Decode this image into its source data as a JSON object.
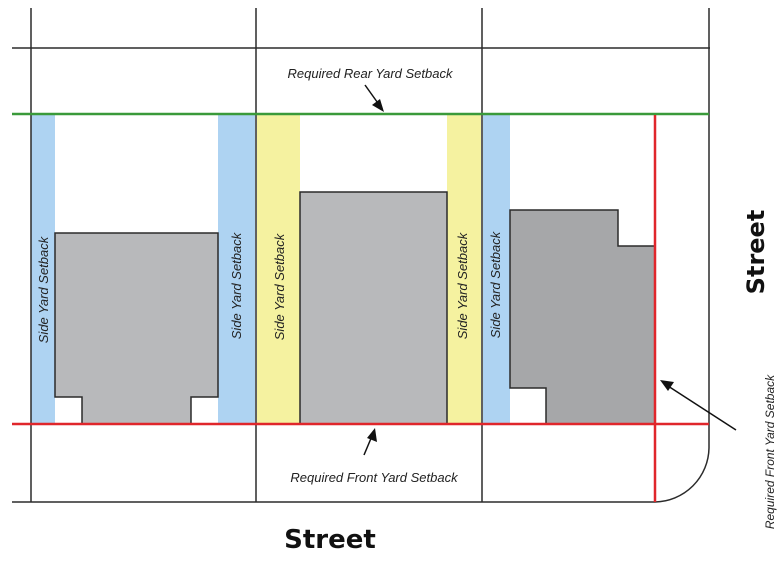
{
  "labels": {
    "rear_setback": "Required Rear Yard Setback",
    "front_setback": "Required Front Yard Setback",
    "front_setback_corner": "Required Front Yard Setback",
    "side_setback_1": "Side Yard Setback",
    "side_setback_2": "Side Yard Setback",
    "side_setback_3": "Side Yard Setback",
    "side_setback_4": "Side Yard Setback",
    "side_setback_5": "Side Yard Setback",
    "street_bottom": "Street",
    "street_right": "Street"
  },
  "colors": {
    "rear_setback_line": "#3a9a3a",
    "front_setback_line": "#e0262b",
    "side_setback_blue": "#aed3f2",
    "side_setback_yellow": "#f5f2a0",
    "building": "#b8b9bb",
    "lot_line": "#2b2b2b"
  }
}
